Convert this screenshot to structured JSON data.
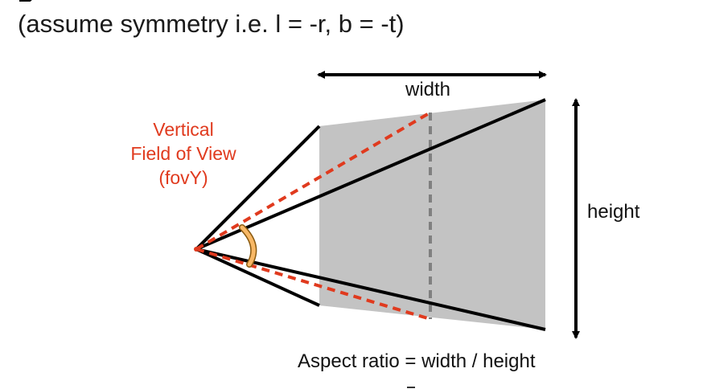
{
  "slide": {
    "subtitle": "(assume symmetry i.e. l = -r, b = -t)"
  },
  "diagram": {
    "width_label": "width",
    "height_label": "height",
    "fov_label": {
      "line1": "Vertical",
      "line2": "Field of View",
      "line3": "(fovY)"
    },
    "aspect_ratio_text": "Aspect ratio = width / height"
  },
  "colors": {
    "frustum_line": "#000000",
    "fov_dashed": "#e03a1e",
    "image_plane": "#c3c3c3",
    "center_dashed": "#808080",
    "fov_arc": "#f8b866"
  }
}
